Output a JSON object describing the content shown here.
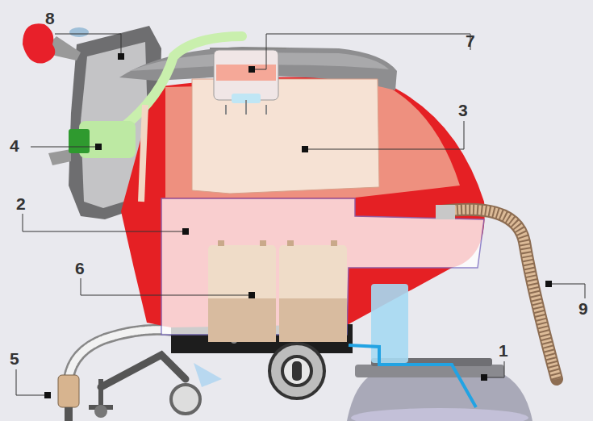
{
  "diagram": {
    "labels": [
      "8",
      "7",
      "4",
      "3",
      "2",
      "6",
      "9",
      "1",
      "5"
    ]
  }
}
